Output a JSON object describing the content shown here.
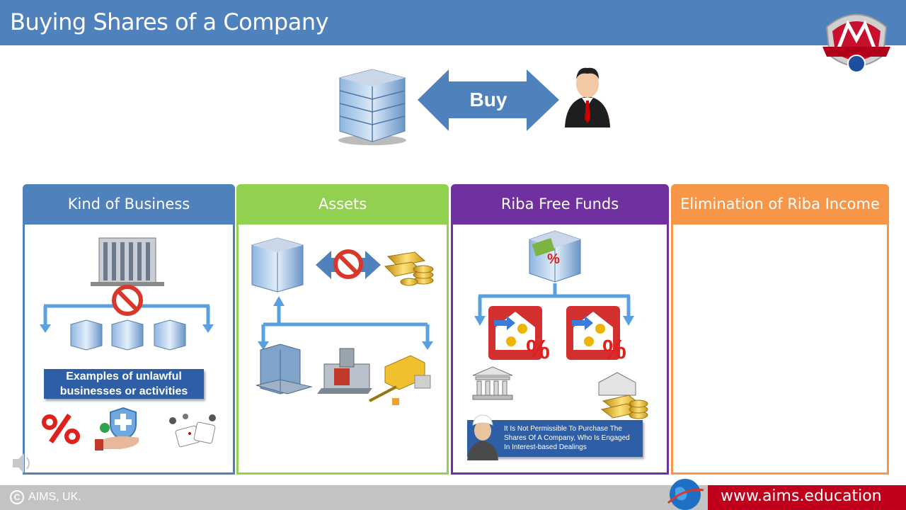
{
  "header": {
    "title": "Buying Shares of a Company"
  },
  "hero": {
    "arrow_label": "Buy"
  },
  "panels": [
    {
      "title": "Kind of Business",
      "color": "#4f81bd",
      "banner": "Examples of unlawful businesses or activities"
    },
    {
      "title": "Assets",
      "color": "#92d050"
    },
    {
      "title": "Riba Free Funds",
      "color": "#7030a0",
      "note": "It Is Not Permissible To Purchase The Shares Of A Company, Who Is Engaged In Interest-based Dealings"
    },
    {
      "title": "Elimination of Riba Income",
      "color": "#f79646"
    }
  ],
  "icons": {
    "company": "office-building-icon",
    "buyer": "businessman-icon",
    "prohibited": "prohibited-sign-icon",
    "gold": "gold-coins-icon",
    "percent": "percent-icon",
    "insurance": "insurance-shield-icon",
    "gambling": "gambling-dice-icon",
    "bank": "bank-icon",
    "scholar": "scholar-icon",
    "speaker": "speaker-icon"
  },
  "footer": {
    "copyright": "AIMS, UK.",
    "website": "www.aims.education"
  }
}
